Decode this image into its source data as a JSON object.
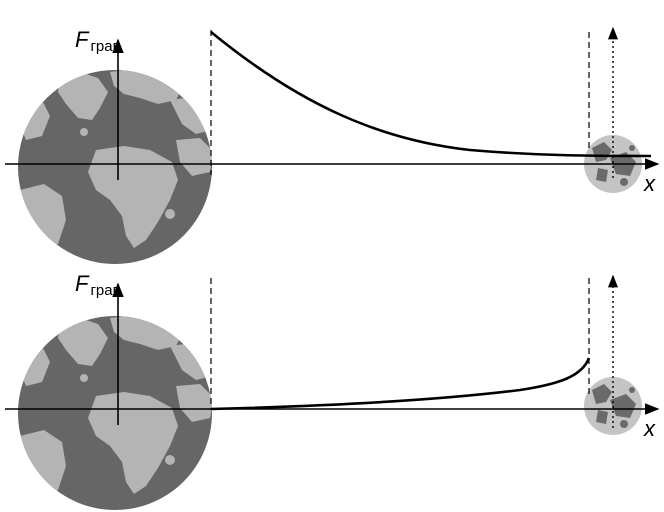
{
  "panels": [
    {
      "id": "top",
      "y_axis_label": "F",
      "y_axis_subscript": "грав",
      "x_axis_label": "x",
      "curve": "decreasing"
    },
    {
      "id": "bottom",
      "y_axis_label": "F",
      "y_axis_subscript": "грав",
      "x_axis_label": "x",
      "curve": "increasing"
    }
  ],
  "colors": {
    "ocean": "#666666",
    "land": "#b4b4b4",
    "moon_light": "#c4c4c4",
    "moon_dark": "#6a6a6a",
    "axis": "#000000"
  },
  "icons": [
    "earth-icon",
    "moon-icon",
    "arrow-up-icon",
    "arrow-right-icon"
  ]
}
